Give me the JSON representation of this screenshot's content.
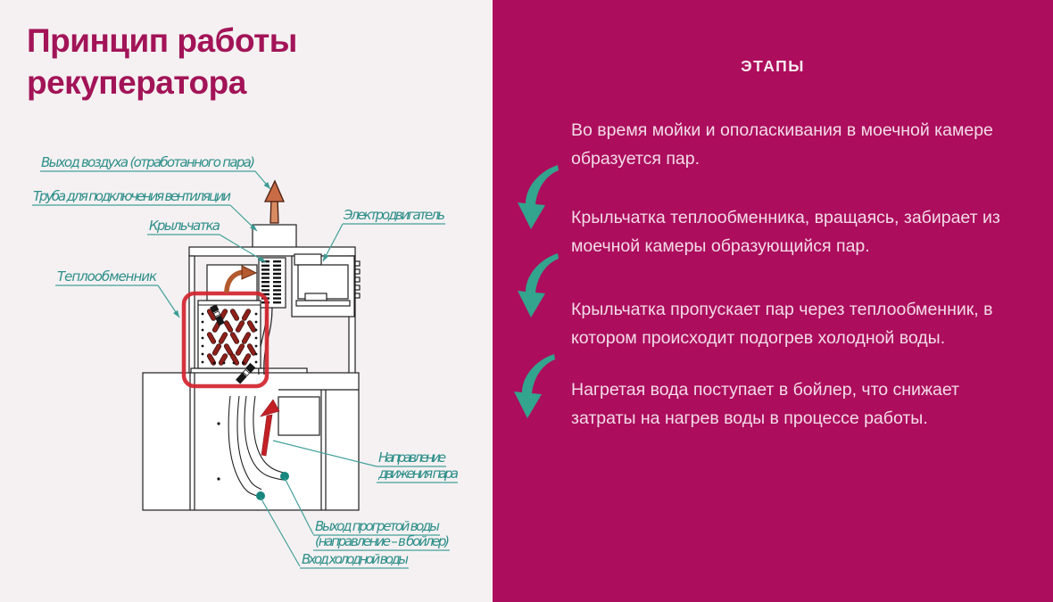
{
  "title": "Принцип работы\nрекуператора",
  "colors": {
    "panel_magenta": "#ad0d5d",
    "title_magenta": "#a21457",
    "step_arrow_teal": "#33a48d",
    "label_teal": "#2e8f8a",
    "highlight_red": "#d2232c",
    "flow_arrow_red": "#c32026",
    "steam_arrow_orange": "#c96b44"
  },
  "diagram": {
    "labels": {
      "air_out": "Выход воздуха (отработанного пара)",
      "vent_pipe": "Труба для подключения вентиляции",
      "impeller": "Крыльчатка",
      "motor": "Электродвигатель",
      "heat_exchanger": "Теплообменник",
      "steam_direction_line1": "Направление",
      "steam_direction_line2": "движения пара",
      "warm_water_line1": "Выход прогретой воды",
      "warm_water_line2": "(направление – в бойлер)",
      "cold_water": "Вход холодной воды"
    }
  },
  "panel": {
    "heading": "ЭТАПЫ",
    "steps": [
      {
        "text": "Во время мойки и ополаскивания в моечной камере\nобразуется пар."
      },
      {
        "text": "Крыльчатка теплообменника, вращаясь, забирает из\nмоечной камеры образующийся пар."
      },
      {
        "text": "Крыльчатка пропускает пар через теплообменник, в\nкотором происходит подогрев холодной воды."
      },
      {
        "text": "Нагретая вода поступает в бойлер, что снижает\nзатраты на нагрев воды в процессе работы."
      }
    ]
  }
}
